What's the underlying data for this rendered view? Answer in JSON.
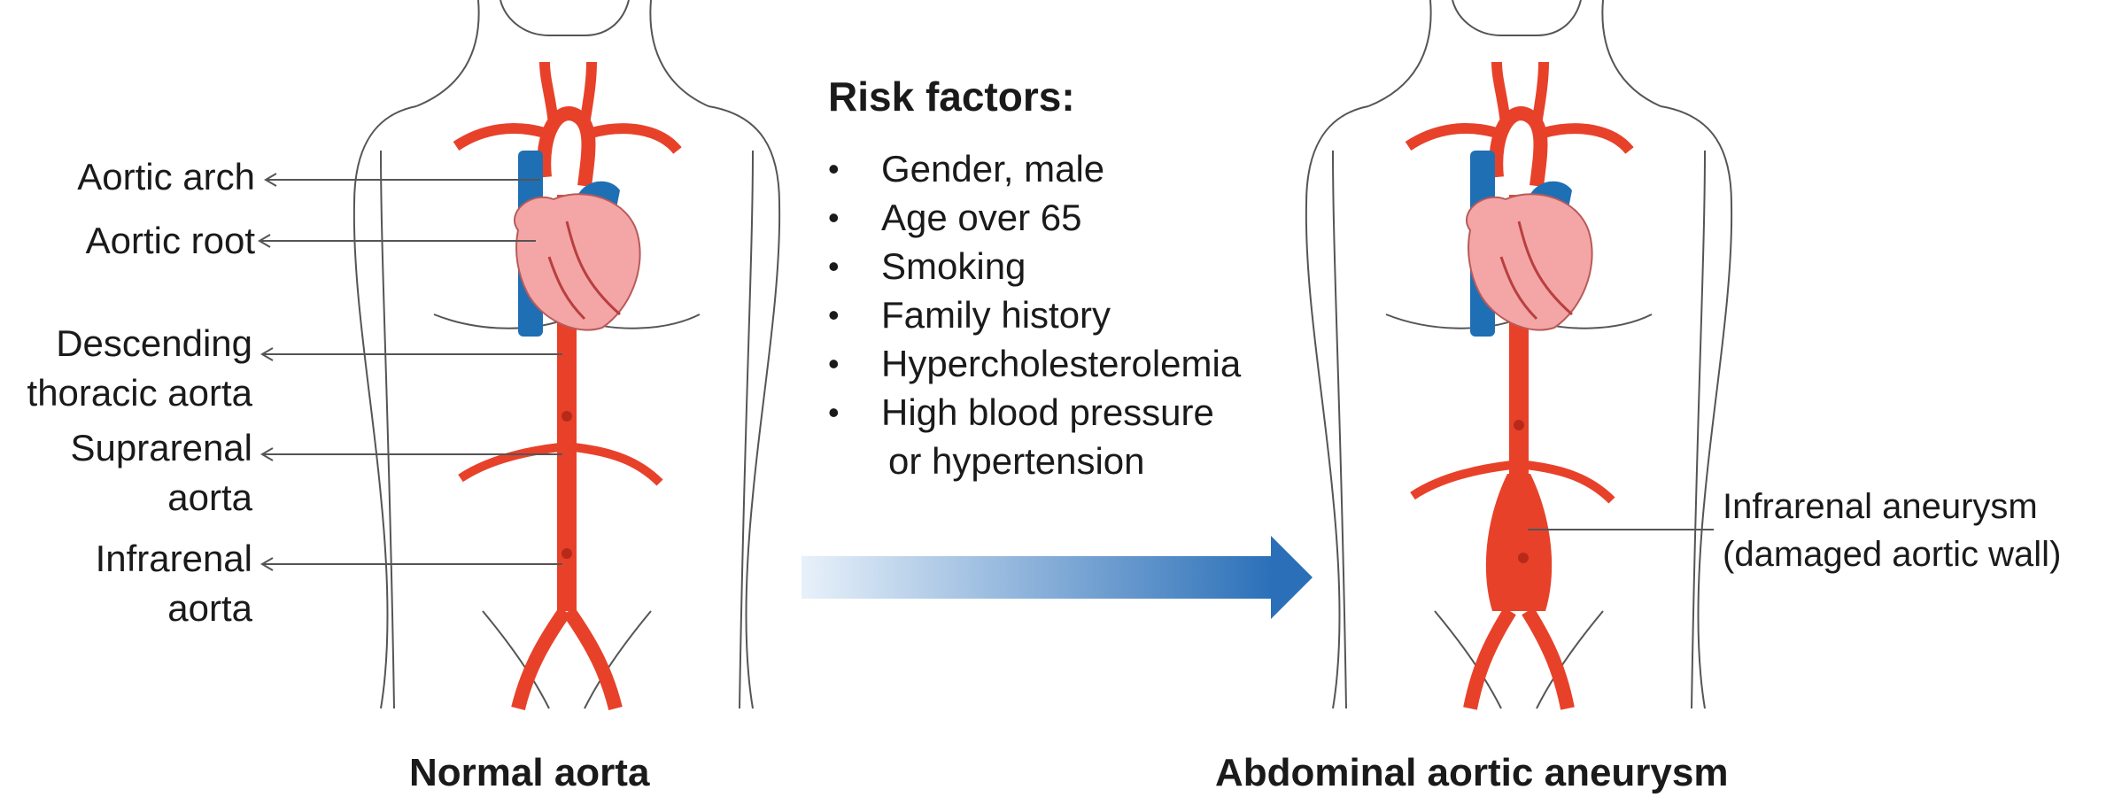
{
  "left_labels": {
    "aortic_arch": "Aortic arch",
    "aortic_root": "Aortic root",
    "descending_line1": "Descending",
    "descending_line2": "thoracic aorta",
    "suprarenal_line1": "Suprarenal",
    "suprarenal_line2": "aorta",
    "infrarenal_line1": "Infrarenal",
    "infrarenal_line2": "aorta"
  },
  "risk_factors": {
    "title": "Risk factors:",
    "items": [
      "Gender, male",
      "Age over 65",
      "Smoking",
      "Family history",
      "Hypercholesterolemia",
      "High blood pressure"
    ],
    "continuation": "or hypertension"
  },
  "right_label": {
    "line1": "Infrarenal aneurysm",
    "line2": "(damaged aortic wall)"
  },
  "captions": {
    "left": "Normal aorta",
    "right": "Abdominal aortic aneurysm"
  },
  "colors": {
    "artery": "#e8412a",
    "artery_dark": "#b82a18",
    "vein": "#1f6fb4",
    "heart": "#f4a6a6",
    "heart_dark": "#d9777a",
    "outline": "#444444",
    "arrow_start": "#ffffff",
    "arrow_end": "#2a6fb8"
  }
}
